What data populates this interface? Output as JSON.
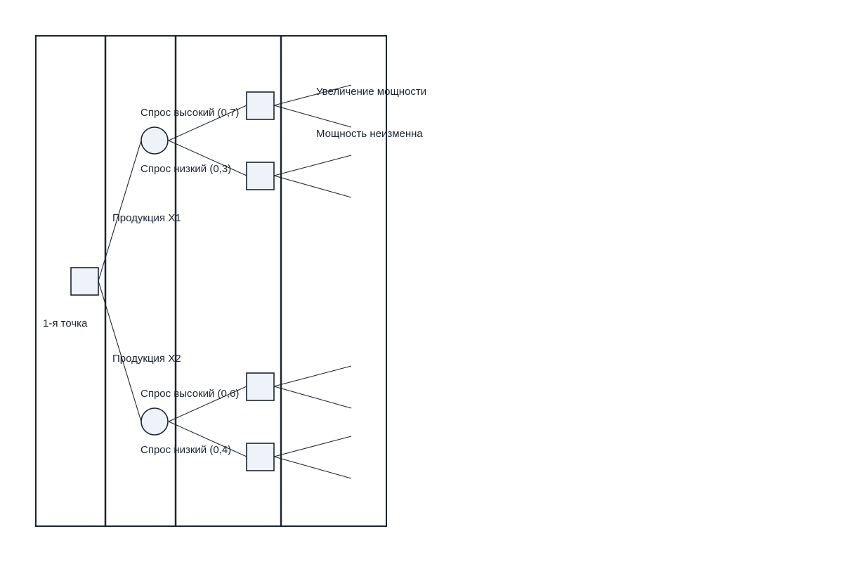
{
  "decision_tree": {
    "root": {
      "label": "1-я точка",
      "shape": "square"
    },
    "products": [
      {
        "label": "Продукция X1",
        "chance_node": "circle",
        "outcomes": [
          {
            "label": "Спрос высокий (0,7)",
            "probability": 0.7,
            "decision_node": "square",
            "options": [
              "Увеличение мощности",
              "Мощность неизменна"
            ]
          },
          {
            "label": "Спрос низкий (0,3)",
            "probability": 0.3,
            "decision_node": "square",
            "options": []
          }
        ]
      },
      {
        "label": "Продукция X2",
        "chance_node": "circle",
        "outcomes": [
          {
            "label": "Спрос высокий (0,6)",
            "probability": 0.6,
            "decision_node": "square",
            "options": []
          },
          {
            "label": "Спрос низкий (0,4)",
            "probability": 0.4,
            "decision_node": "square",
            "options": []
          }
        ]
      }
    ]
  },
  "colors": {
    "stroke": "#1c2331",
    "node_fill": "#eff2f8",
    "background": "#ffffff"
  }
}
